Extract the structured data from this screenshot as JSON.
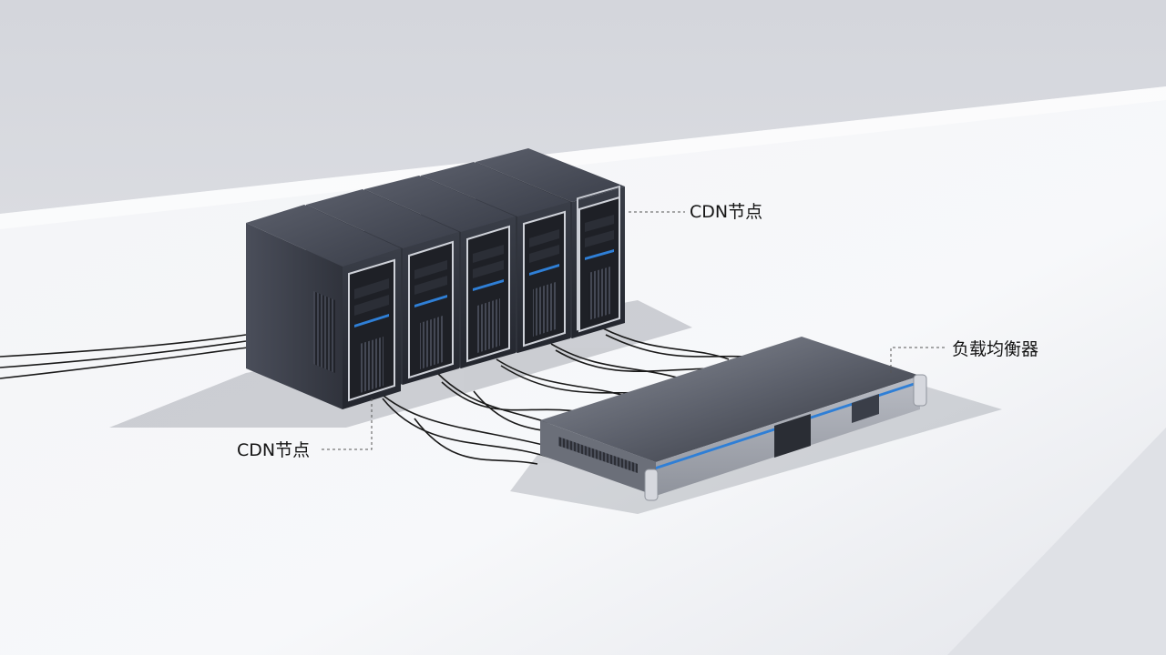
{
  "labels": {
    "cdn_node_top": "CDN节点",
    "cdn_node_bottom": "CDN节点",
    "load_balancer": "负载均衡器"
  },
  "palette": {
    "floor": "#f4f5f8",
    "wall": "#dcdde3",
    "chassis_dark": "#2b2e38",
    "chassis_side": "#3a3e4a",
    "accent_blue": "#2f7fd6",
    "silver_trim": "#c9ccd3",
    "cable": "#1a1a1a"
  },
  "scene": {
    "server_count": 5,
    "devices": [
      "cdn-server",
      "load-balancer"
    ]
  }
}
